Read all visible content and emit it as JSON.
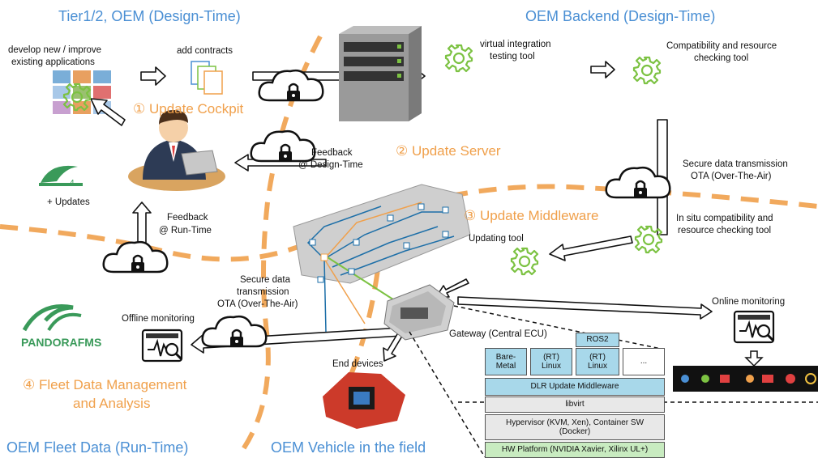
{
  "regions": {
    "tier_oem": "Tier1/2, OEM (Design-Time)",
    "oem_backend": "OEM Backend (Design-Time)",
    "oem_fleet": "OEM Fleet Data (Run-Time)",
    "oem_vehicle": "OEM Vehicle in the field"
  },
  "steps": {
    "update_cockpit": "① Update Cockpit",
    "update_server": "② Update Server",
    "update_middleware": "③ Update Middleware",
    "fleet_data_line1": "④ Fleet Data Management",
    "fleet_data_line2": "and Analysis"
  },
  "labels": {
    "develop_line1": "develop new / improve",
    "develop_line2": "existing applications",
    "add_contracts": "add contracts",
    "virtual_line1": "virtual integration",
    "virtual_line2": "testing tool",
    "compat_line1": "Compatibility and resource",
    "compat_line2": "checking tool",
    "feedback_design_line1": "Feedback",
    "feedback_design_line2": "@ Design-Time",
    "updates": "+ Updates",
    "feedback_run_line1": "Feedback",
    "feedback_run_line2": "@ Run-Time",
    "secure_ota_line1": "Secure data transmission",
    "secure_ota_line2": "OTA (Over-The-Air)",
    "insitu_line1": "In situ compatibility and",
    "insitu_line2": "resource checking tool",
    "updating_tool": "Updating tool",
    "secure_left_line1": "Secure data",
    "secure_left_line2": "transmission",
    "secure_left_line3": "OTA (Over-The-Air)",
    "offline_monitoring": "Offline monitoring",
    "online_monitoring": "Online monitoring",
    "gateway": "Gateway (Central ECU)",
    "end_devices": "End devices",
    "pandora": "PANDORAFMS",
    "logo_number": "4"
  },
  "stack": {
    "ros2": "ROS2",
    "bare_metal_line1": "Bare-",
    "bare_metal_line2": "Metal",
    "rt_linux_a_line1": "(RT)",
    "rt_linux_a_line2": "Linux",
    "rt_linux_b_line1": "(RT)",
    "rt_linux_b_line2": "Linux",
    "ellipsis": "...",
    "middleware": "DLR Update Middleware",
    "libvirt": "libvirt",
    "hypervisor_line1": "Hypervisor (KVM, Xen), Container SW",
    "hypervisor_line2": "(Docker)",
    "hw_platform": "HW Platform (NVIDIA Xavier, Xilinx UL+)"
  },
  "colors": {
    "region_title": "#4a8fd4",
    "step_title": "#f0a04b",
    "dashed_boundary": "#f0a04b",
    "gear": "#7cc242",
    "stack_box": "#a8d8ea"
  }
}
